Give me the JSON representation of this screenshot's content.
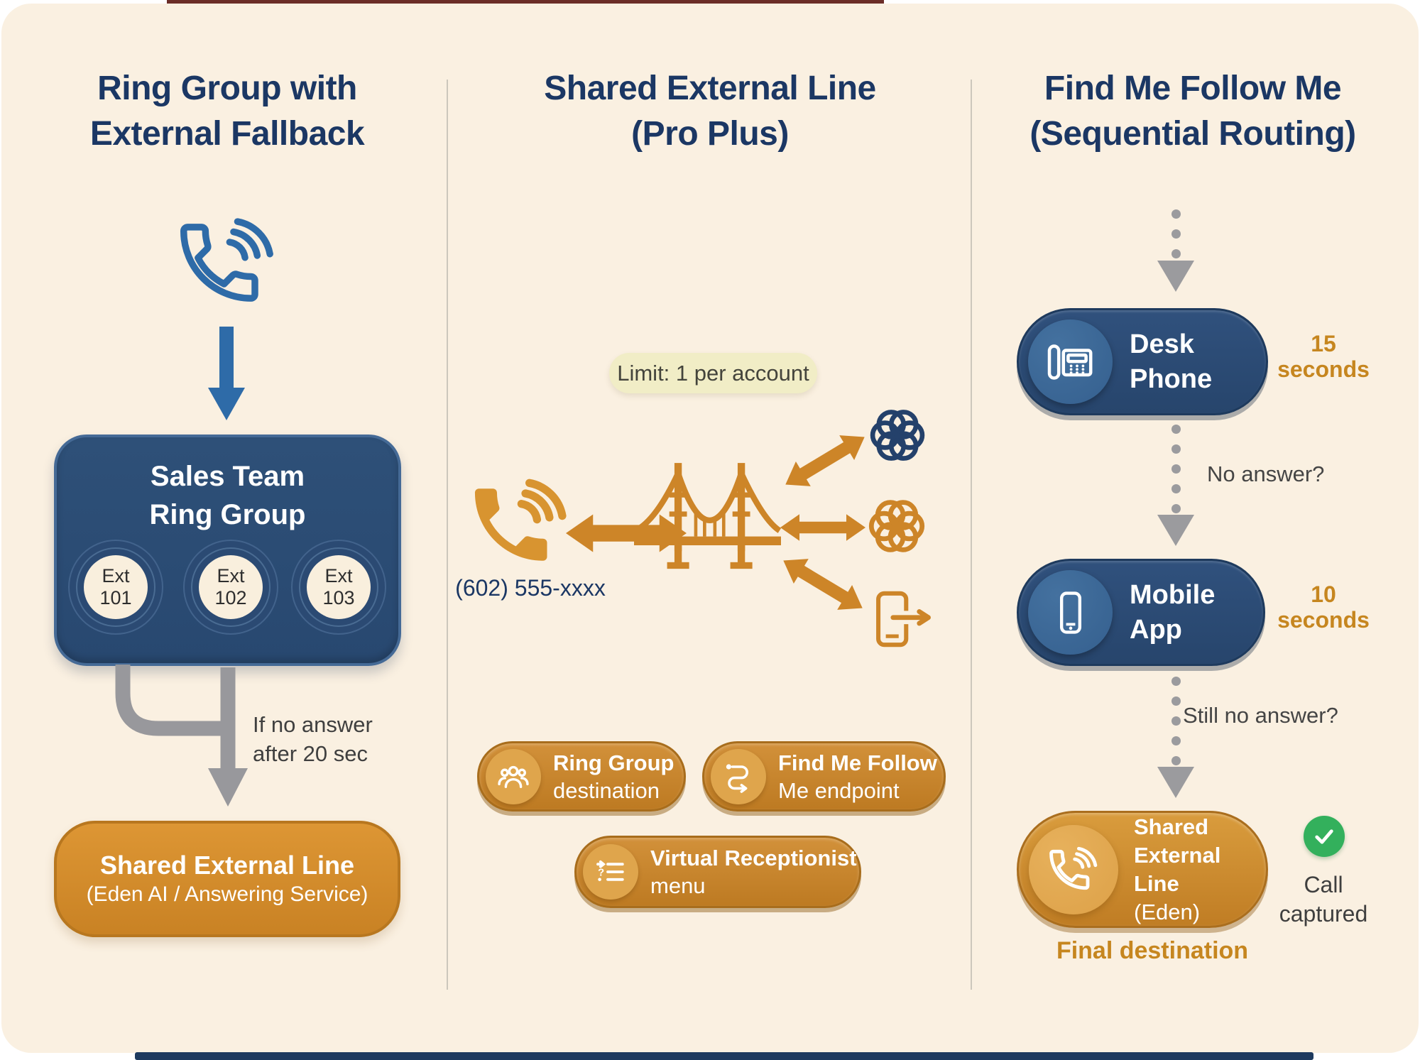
{
  "colors": {
    "card_background": "#faf0e1",
    "navy_text": "#1b3764",
    "navy_box": "#2b4a73",
    "blue_icon": "#2e6ba8",
    "orange_accent": "#cd8528",
    "orange_text": "#c6861f",
    "gray_connector": "#9b9b9e",
    "badge_background": "#f1edc6",
    "green_check": "#33b05c"
  },
  "left_column": {
    "title_line1": "Ring Group with",
    "title_line2": "External Fallback",
    "ring_group_box": {
      "title_line1": "Sales Team",
      "title_line2": "Ring Group",
      "extensions": [
        {
          "label": "Ext",
          "number": "101"
        },
        {
          "label": "Ext",
          "number": "102"
        },
        {
          "label": "Ext",
          "number": "103"
        }
      ]
    },
    "fallback_note_line1": "If no answer",
    "fallback_note_line2": "after 20 sec",
    "fallback_box": {
      "title": "Shared External Line",
      "subtitle": "(Eden AI / Answering Service)"
    }
  },
  "middle_column": {
    "title_line1": "Shared External Line",
    "title_line2": "(Pro Plus)",
    "limit_badge": "Limit: 1 per account",
    "phone_number": "(602) 555-xxxx",
    "destination_pills": [
      {
        "line1": "Ring Group",
        "line2": "destination"
      },
      {
        "line1": "Find Me Follow",
        "line2": "Me endpoint"
      },
      {
        "line1": "Virtual Receptionist",
        "line2": "menu"
      }
    ]
  },
  "right_column": {
    "title_line1": "Find Me Follow Me",
    "title_line2": "(Sequential Routing)",
    "steps": [
      {
        "label_line1": "Desk",
        "label_line2": "Phone",
        "duration_line1": "15",
        "duration_line2": "seconds"
      },
      {
        "label_line1": "Mobile",
        "label_line2": "App",
        "duration_line1": "10",
        "duration_line2": "seconds"
      }
    ],
    "connector_label_1": "No answer?",
    "connector_label_2": "Still no answer?",
    "final_pill": {
      "line1": "Shared",
      "line2": "External Line",
      "line3": "(Eden)"
    },
    "call_captured_line1": "Call",
    "call_captured_line2": "captured",
    "final_destination_label": "Final destination"
  }
}
